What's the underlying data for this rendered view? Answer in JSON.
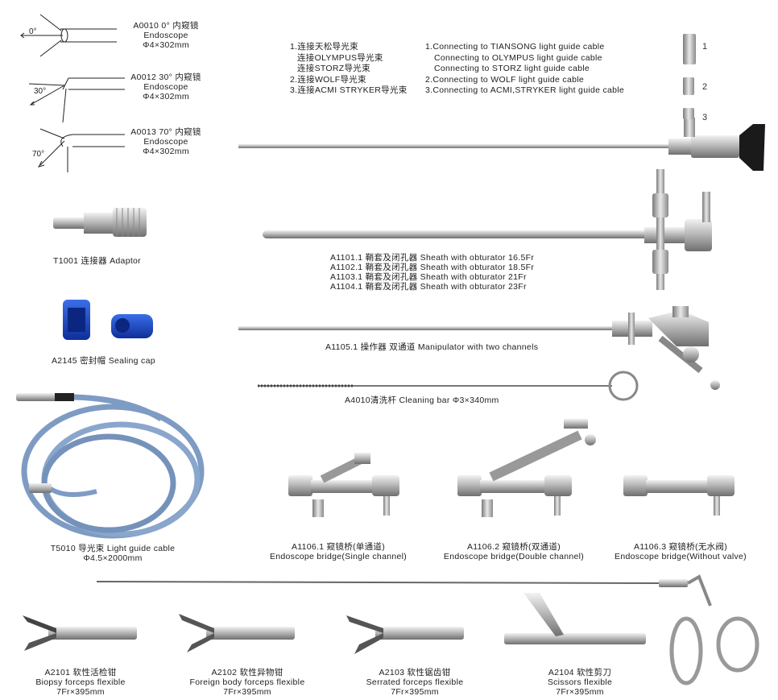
{
  "scopes": [
    {
      "angle": "0°",
      "code": "A0010  0°  内窥镜",
      "name": "Endoscope",
      "size": "Φ4×302mm"
    },
    {
      "angle": "30°",
      "code": "A0012  30°  内窥镜",
      "name": "Endoscope",
      "size": "Φ4×302mm"
    },
    {
      "angle": "70°",
      "code": "A0013  70°  内窥镜",
      "name": "Endoscope",
      "size": "Φ4×302mm"
    }
  ],
  "connect_cn": [
    "1.连接天松导光束",
    "连接OLYMPUS导光束",
    "连接STORZ导光束",
    "2.连接WOLF导光束",
    "3.连接ACMI STRYKER导光束"
  ],
  "connect_en": [
    "1.Connecting to TIANSONG light guide cable",
    "Connecting to OLYMPUS light guide cable",
    "Connecting to STORZ light guide cable",
    "2.Connecting to WOLF light guide cable",
    "3.Connecting to ACMI,STRYKER light guide cable"
  ],
  "adaptor_numbers": [
    "1",
    "2",
    "3"
  ],
  "adaptor": "T1001 连接器 Adaptor",
  "sheaths": [
    "A1101.1 鞘套及闭孔器 Sheath with obturator 16.5Fr",
    "A1102.1 鞘套及闭孔器 Sheath with obturator 18.5Fr",
    "A1103.1 鞘套及闭孔器 Sheath with obturator 21Fr",
    "A1104.1 鞘套及闭孔器 Sheath with obturator 23Fr"
  ],
  "sealing_cap": "A2145 密封帽 Sealing cap",
  "manipulator": "A1105.1 操作器 双通道 Manipulator with two channels",
  "cleaning_bar": "A4010清洗杆 Cleaning bar Φ3×340mm",
  "cable": {
    "line1": "T5010 导光束 Light guide cable",
    "line2": "Φ4.5×2000mm"
  },
  "bridges": [
    {
      "code": "A1106.1 窥镜桥(单通道)",
      "name": "Endoscope bridge(Single channel)"
    },
    {
      "code": "A1106.2 窥镜桥(双通道)",
      "name": "Endoscope bridge(Double channel)"
    },
    {
      "code": "A1106.3 窥镜桥(无水阀)",
      "name": "Endoscope bridge(Without valve)"
    }
  ],
  "forceps": [
    {
      "code": "A2101 软性活检钳",
      "name": "Biopsy forceps flexible",
      "size": "7Fr×395mm"
    },
    {
      "code": "A2102 软性异物钳",
      "name": "Foreign body forceps flexible",
      "size": "7Fr×395mm"
    },
    {
      "code": "A2103 软性锯齿钳",
      "name": "Serrated forceps flexible",
      "size": "7Fr×395mm"
    },
    {
      "code": "A2104 软性剪刀",
      "name": "Scissors flexible",
      "size": "7Fr×395mm"
    }
  ]
}
